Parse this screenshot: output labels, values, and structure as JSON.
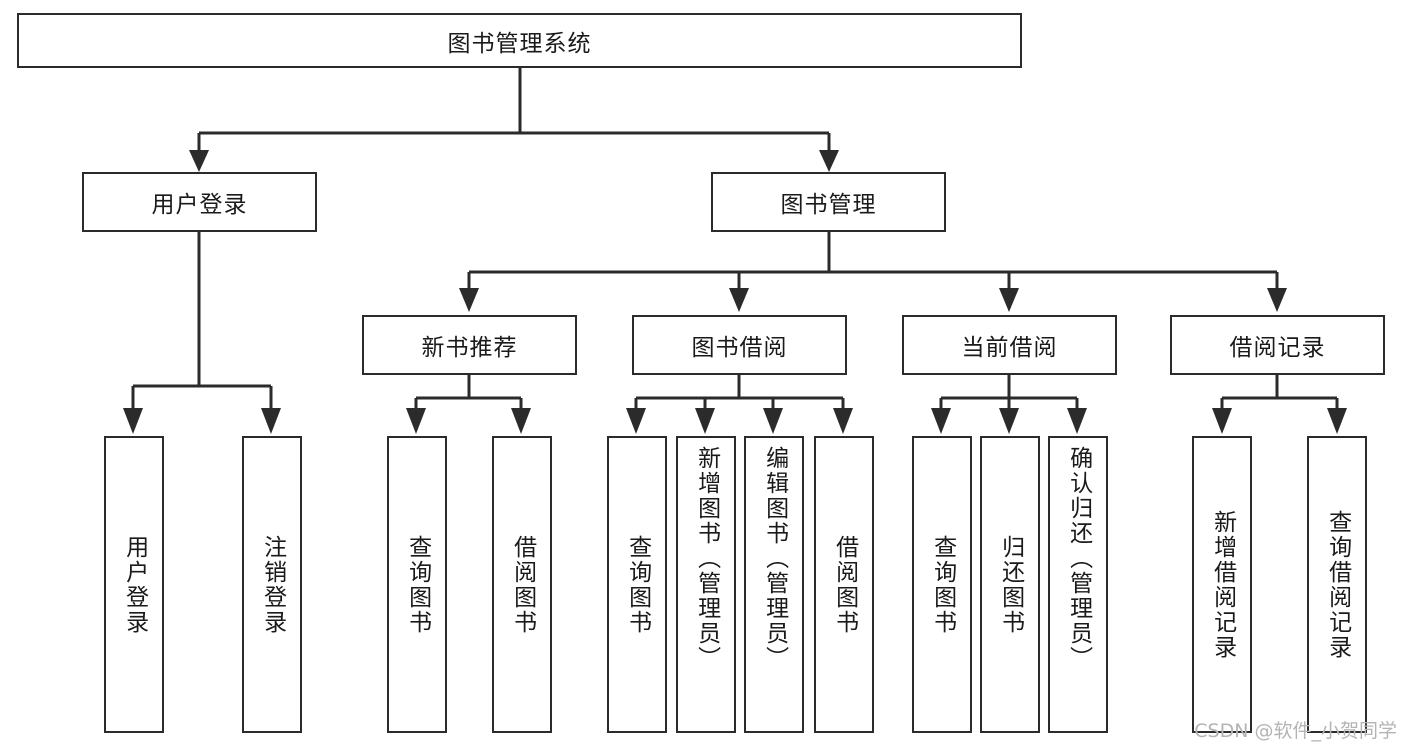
{
  "diagram": {
    "title": "图书管理系统",
    "type": "hierarchy-tree",
    "watermark": "CSDN @软件_小贺同学",
    "colors": {
      "background": "#ffffff",
      "stroke": "#2b2b2b",
      "text": "#1a1a1a",
      "watermark": "#b4b4b4"
    },
    "levels": {
      "root": "图书管理系统",
      "level2": [
        "用户登录",
        "图书管理"
      ],
      "level3": [
        "新书推荐",
        "图书借阅",
        "当前借阅",
        "借阅记录"
      ]
    },
    "nodes": {
      "root": {
        "label": "图书管理系统"
      },
      "user_login": {
        "label": "用户登录"
      },
      "book_manage": {
        "label": "图书管理"
      },
      "new_book_rec": {
        "label": "新书推荐"
      },
      "book_borrow": {
        "label": "图书借阅"
      },
      "current_borrow": {
        "label": "当前借阅"
      },
      "borrow_record": {
        "label": "借阅记录"
      },
      "leaf_1": {
        "label": "用户登录"
      },
      "leaf_2": {
        "label": "注销登录"
      },
      "leaf_3": {
        "label": "查询图书"
      },
      "leaf_4": {
        "label": "借阅图书"
      },
      "leaf_5": {
        "label": "查询图书"
      },
      "leaf_6": {
        "label": "新增图书（管理员）"
      },
      "leaf_7": {
        "label": "编辑图书（管理员）"
      },
      "leaf_8": {
        "label": "借阅图书"
      },
      "leaf_9": {
        "label": "查询图书"
      },
      "leaf_10": {
        "label": "归还图书"
      },
      "leaf_11": {
        "label": "确认归还（管理员）"
      },
      "leaf_12": {
        "label": "新增借阅记录"
      },
      "leaf_13": {
        "label": "查询借阅记录"
      }
    },
    "edges": [
      {
        "from": "root",
        "to": "user_login"
      },
      {
        "from": "root",
        "to": "book_manage"
      },
      {
        "from": "user_login",
        "to": "leaf_1"
      },
      {
        "from": "user_login",
        "to": "leaf_2"
      },
      {
        "from": "book_manage",
        "to": "new_book_rec"
      },
      {
        "from": "book_manage",
        "to": "book_borrow"
      },
      {
        "from": "book_manage",
        "to": "current_borrow"
      },
      {
        "from": "book_manage",
        "to": "borrow_record"
      },
      {
        "from": "new_book_rec",
        "to": "leaf_3"
      },
      {
        "from": "new_book_rec",
        "to": "leaf_4"
      },
      {
        "from": "book_borrow",
        "to": "leaf_5"
      },
      {
        "from": "book_borrow",
        "to": "leaf_6"
      },
      {
        "from": "book_borrow",
        "to": "leaf_7"
      },
      {
        "from": "book_borrow",
        "to": "leaf_8"
      },
      {
        "from": "current_borrow",
        "to": "leaf_9"
      },
      {
        "from": "current_borrow",
        "to": "leaf_10"
      },
      {
        "from": "current_borrow",
        "to": "leaf_11"
      },
      {
        "from": "borrow_record",
        "to": "leaf_12"
      },
      {
        "from": "borrow_record",
        "to": "leaf_13"
      }
    ]
  }
}
